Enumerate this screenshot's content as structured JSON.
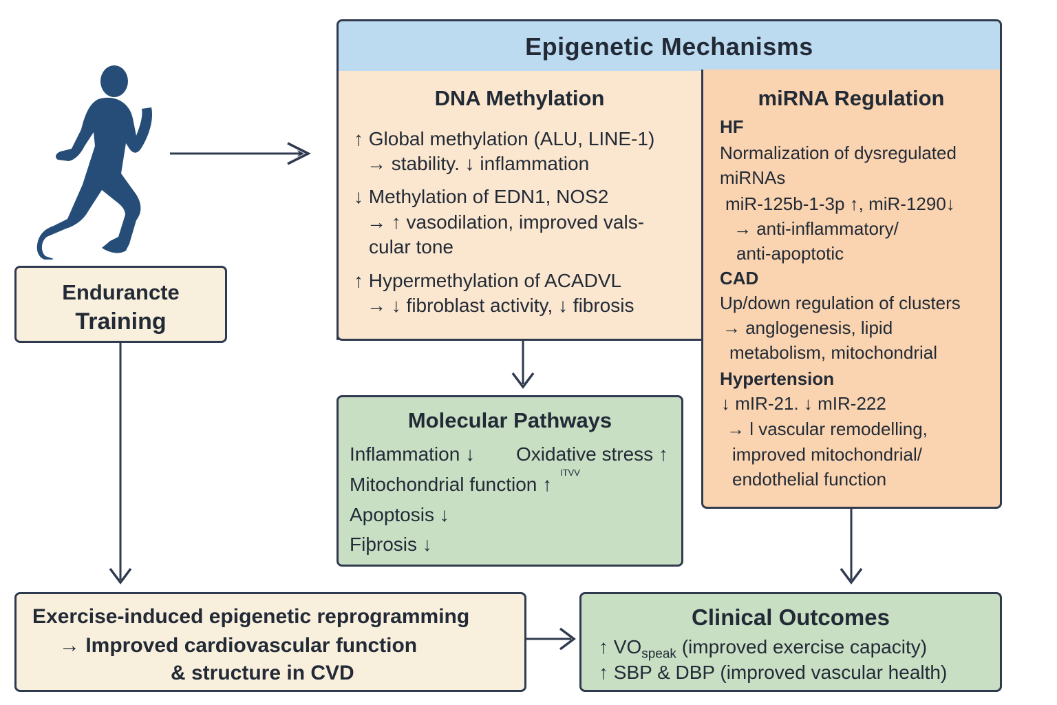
{
  "training": {
    "line1": "Endurancte",
    "line2": "Training"
  },
  "epigenetic": {
    "title": "Epigenetic Mechanisms"
  },
  "dna_methylation": {
    "title": "DNA Methylation",
    "lines": [
      "↑ Global methylation (ALU, LINE-1)",
      "→ stability. ↓ inflammation",
      "↓ Methylation of EDN1, NOS2",
      "→ ↑ vasodilation, improved vals-",
      "cular tone",
      "↑ Hypermethylation of ACADVL",
      "→ ↓ fibroblast activity, ↓ fibrosis"
    ]
  },
  "mirna": {
    "title": "miRNA Regulation",
    "hf_heading": "HF",
    "hf_lines": [
      "Normalization of dysregulated",
      "miRNAs",
      "miR-125b-1-3p ↑, miR-1290↓",
      "→ anti-inflammatory/",
      "anti-apoptotic"
    ],
    "cad_heading": "CAD",
    "cad_lines": [
      "Up/down regulation of clusters",
      "→ anglogenesis, lipid",
      "metabolism, mitochondrial"
    ],
    "htn_heading": "Hypertension",
    "htn_lines": [
      "↓ mIR-21. ↓ mIR-222",
      "→ l vascular remodelling,",
      "improved mitochondrial/",
      "endothelial function"
    ]
  },
  "molecular": {
    "title": "Molecular Pathways",
    "inflammation": "Inflammation ↓",
    "oxidative": "Oxidative stress ↑",
    "mito": "Mitochondrial function ↑",
    "mito_sup": "ITVV",
    "apoptosis": "Apoptosis ↓",
    "fibrosis": "Fiþrosis ↓"
  },
  "reprogramming": {
    "line1": "Exercise-induced epigenetic reprogramming",
    "line2": "→ Improved cardiovascular function",
    "line3": "& structure in CVD"
  },
  "clinical": {
    "title": "Clinical Outcomes",
    "line1_prefix": "↑ VO",
    "line1_sub": "speak",
    "line1_suffix": " (improved exercise capacity)",
    "line2": "↑ SBP & DBP (improved vascular health)"
  },
  "colors": {
    "border": "#2f3a4f",
    "header_blue": "#bcdaf0",
    "peach": "#fbe7cf",
    "orange": "#fad4b0",
    "green": "#c8dfc4",
    "cream": "#f9efdd",
    "runner": "#264d78"
  },
  "icons": {
    "runner": "runner-icon"
  }
}
